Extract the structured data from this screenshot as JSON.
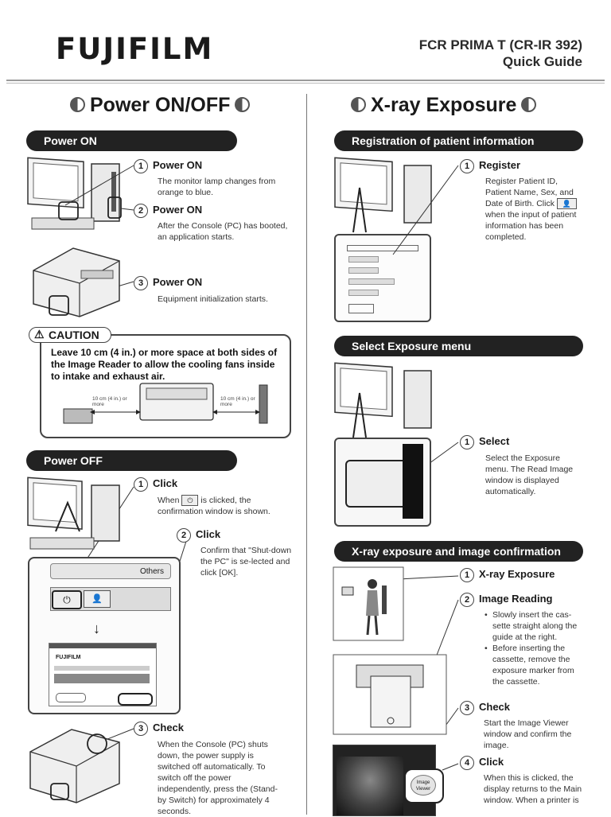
{
  "header": {
    "logo": "FUJIFILM",
    "product": "FCR PRIMA T (CR-IR 392)",
    "guide": "Quick Guide"
  },
  "left": {
    "title": "Power ON/OFF",
    "power_on": {
      "heading": "Power ON",
      "steps": [
        {
          "num": "1",
          "title": "Power ON",
          "desc": "The monitor lamp changes from orange to blue."
        },
        {
          "num": "2",
          "title": "Power ON",
          "desc": "After the Console (PC) has booted, an application starts."
        },
        {
          "num": "3",
          "title": "Power ON",
          "desc": "Equipment initialization starts."
        }
      ]
    },
    "caution": {
      "tag": "CAUTION",
      "text": "Leave 10 cm (4 in.) or more space at both sides of the Image Reader to allow the cooling fans inside to intake and exhaust air.",
      "left_label": "10 cm (4 in.) or more",
      "right_label": "10 cm (4 in.) or more"
    },
    "power_off": {
      "heading": "Power OFF",
      "steps": [
        {
          "num": "1",
          "title": "Click",
          "desc_pre": "When",
          "desc_post": "is clicked, the confirmation window is shown."
        },
        {
          "num": "2",
          "title": "Click",
          "desc": "Confirm that \"Shut-down the PC\" is se-lected and click [OK]."
        },
        {
          "num": "3",
          "title": "Check",
          "desc": "When the Console (PC) shuts down, the power supply is switched off automatically. To switch off the power independently, press the (Stand-by Switch) for approximately 4 seconds."
        }
      ],
      "screen_tab": "Others",
      "dialog_logo": "FUJIFILM"
    }
  },
  "right": {
    "title": "X-ray Exposure",
    "registration": {
      "heading": "Registration of patient information",
      "step": {
        "num": "1",
        "title": "Register",
        "desc_pre": "Register Patient ID, Patient Name, Sex, and Date of Birth. Click",
        "desc_post": "when the input of patient information has been completed."
      }
    },
    "exposure_menu": {
      "heading": "Select Exposure menu",
      "step": {
        "num": "1",
        "title": "Select",
        "desc": "Select the Exposure menu. The Read Image window is displayed automatically."
      }
    },
    "confirmation": {
      "heading": "X-ray exposure and image confirmation",
      "steps": [
        {
          "num": "1",
          "title": "X-ray Exposure"
        },
        {
          "num": "2",
          "title": "Image Reading",
          "bullets": [
            "Slowly insert the cas-sette straight along the guide at the right.",
            "Before inserting the cassette, remove the exposure marker from the cassette."
          ]
        },
        {
          "num": "3",
          "title": "Check",
          "desc": "Start the Image Viewer window and confirm the image."
        },
        {
          "num": "4",
          "title": "Click",
          "desc": "When this is clicked, the display returns to the Main window. When a printer is"
        }
      ],
      "viewer_button": "Image Viewer"
    }
  }
}
